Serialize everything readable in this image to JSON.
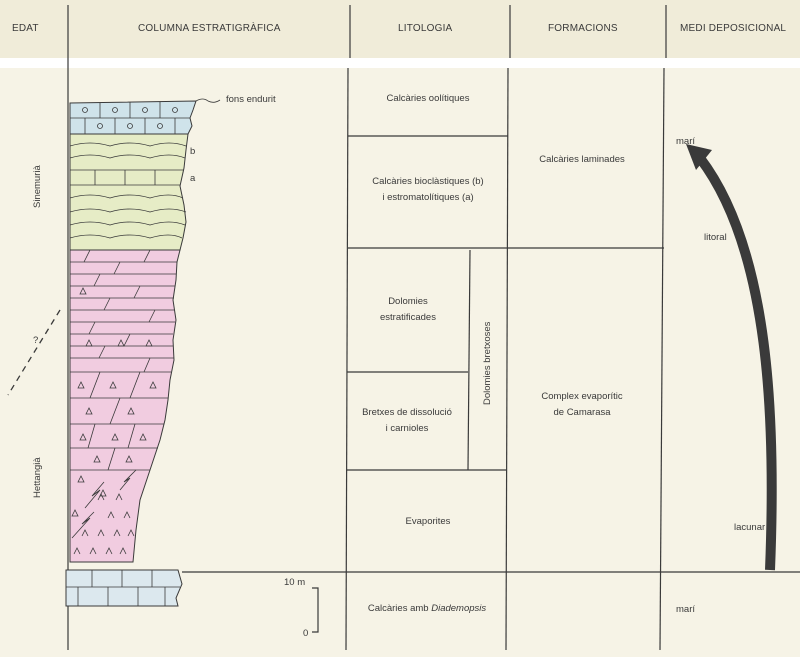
{
  "headers": {
    "edat": "EDAT",
    "columna": "COLUMNA ESTRATIGRÀFICA",
    "litologia": "LITOLOGIA",
    "formacions": "FORMACIONS",
    "medi": "MEDI DEPOSICIONAL"
  },
  "ages": {
    "sinemuria": "Sinemurià",
    "question": "?",
    "hettangia": "Hettangià"
  },
  "column_labels": {
    "fons_endurit": "fons endurit",
    "b": "b",
    "a": "a",
    "scale_top": "10 m",
    "scale_bottom": "0"
  },
  "litologia": {
    "oolitiques": "Calcàries oolítiques",
    "bioclastiques_line1": "Calcàries bioclàstiques (b)",
    "bioclastiques_line2": "i estromatolítiques (a)",
    "dolomies_line1": "Dolomies",
    "dolomies_line2": "estratificades",
    "dolomies_bretxoses": "Dolomies bretxoses",
    "bretxes_line1": "Bretxes de dissolució",
    "bretxes_line2": "i carnioles",
    "evaporites": "Evaporites",
    "diademopsis_prefix": "Calcàries amb ",
    "diademopsis_italic": "Diademopsis"
  },
  "formacions": {
    "laminades": "Calcàries laminades",
    "complex_line1": "Complex evaporític",
    "complex_line2": "de Camarasa"
  },
  "medi": {
    "mari_top": "marí",
    "litoral": "litoral",
    "lacunar": "lacunar",
    "mari_bottom": "marí"
  },
  "colors": {
    "background": "#f6f3e6",
    "blue_layer": "#cfe3ea",
    "green_layer": "#e6ecc6",
    "pink_layer": "#f1cce0",
    "grey_layer": "#dce8ee",
    "arrow": "#3a3a3a"
  }
}
